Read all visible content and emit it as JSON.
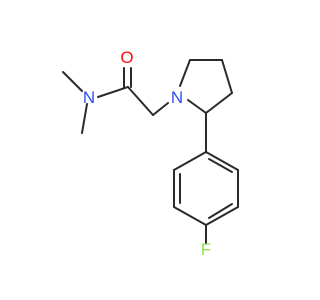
{
  "molecule": {
    "atoms": {
      "oxygen": {
        "symbol": "O",
        "color": "#ff0d0d"
      },
      "amide_nitrogen": {
        "symbol": "N",
        "color": "#3050f8"
      },
      "ring_nitrogen": {
        "symbol": "N",
        "color": "#3050f8"
      },
      "fluorine": {
        "symbol": "F",
        "color": "#90e050"
      }
    },
    "bond_color": "#2a2a2a",
    "background": "#ffffff"
  }
}
